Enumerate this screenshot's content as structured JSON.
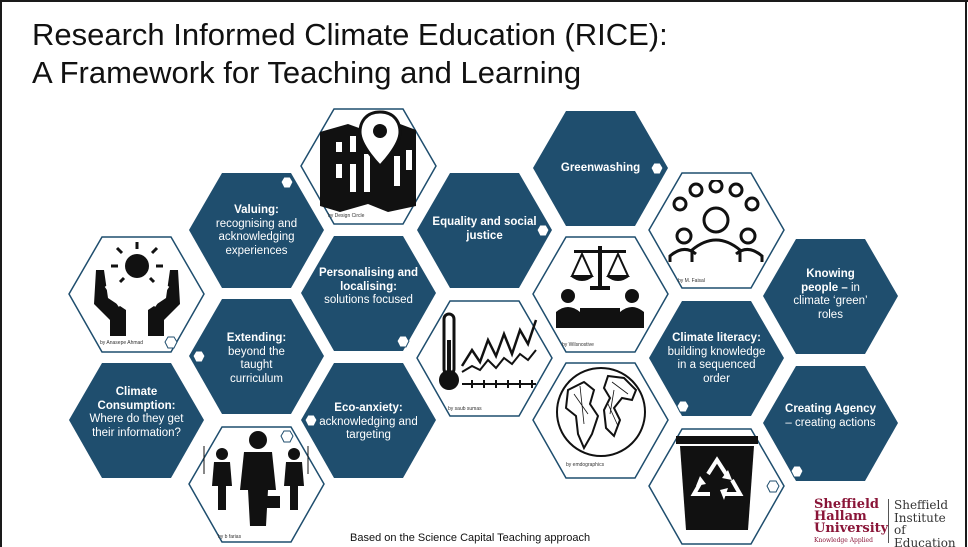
{
  "title_line1": "Research Informed Climate Education (RICE):",
  "title_line2": "A Framework for Teaching and Learning",
  "footer": "Based on the Science Capital Teaching approach",
  "colors": {
    "hex_fill": "#1f4e6e",
    "hex_border": "#1f4e6e",
    "accent": "#8a1538"
  },
  "text_hexes": {
    "valuing": {
      "bold": "Valuing:",
      "text": "recognising and acknowledging experiences"
    },
    "personalising": {
      "bold": "Personalising and localising:",
      "text": "solutions focused"
    },
    "equality": {
      "bold": "Equality and social justice",
      "text": ""
    },
    "greenwashing": {
      "bold": "Greenwashing",
      "text": ""
    },
    "knowing_people": {
      "bold": "Knowing people –",
      "text": "in climate ‘green’ roles"
    },
    "extending": {
      "bold": "Extending:",
      "text": "beyond the taught curriculum"
    },
    "climate_consumption": {
      "bold": "Climate Consumption:",
      "text": "Where do they get their information?"
    },
    "eco_anxiety": {
      "bold": "Eco-anxiety:",
      "text": "acknowledging and targeting"
    },
    "climate_literacy": {
      "bold": "Climate literacy:",
      "text": "building knowledge in a sequenced order"
    },
    "creating_agency": {
      "bold": "Creating Agency",
      "text": "– creating actions"
    }
  },
  "icon_hexes": {
    "map": {
      "icon": "map-pin-icon",
      "credit": "by Design Circle"
    },
    "hands": {
      "icon": "sun-in-hands-icon",
      "credit": "by Anasepe Ahmad"
    },
    "thermometer": {
      "icon": "thermometer-chart-icon",
      "credit": "by saub sumas"
    },
    "justice": {
      "icon": "justice-scale-icon",
      "credit": "by Wilsnostive"
    },
    "people_circle": {
      "icon": "community-people-icon",
      "credit": "by M. Faisal"
    },
    "globe": {
      "icon": "globe-icon",
      "credit": "by emdographics"
    },
    "business": {
      "icon": "business-people-icon",
      "credit": "by b farias"
    },
    "recycle": {
      "icon": "recycle-bin-icon",
      "credit": ""
    }
  },
  "logo": {
    "line1": "Sheffield",
    "line2": "Hallam",
    "line3": "University",
    "tagline": "Knowledge Applied",
    "institute1": "Sheffield",
    "institute2": "Institute",
    "institute3": "of Education"
  }
}
